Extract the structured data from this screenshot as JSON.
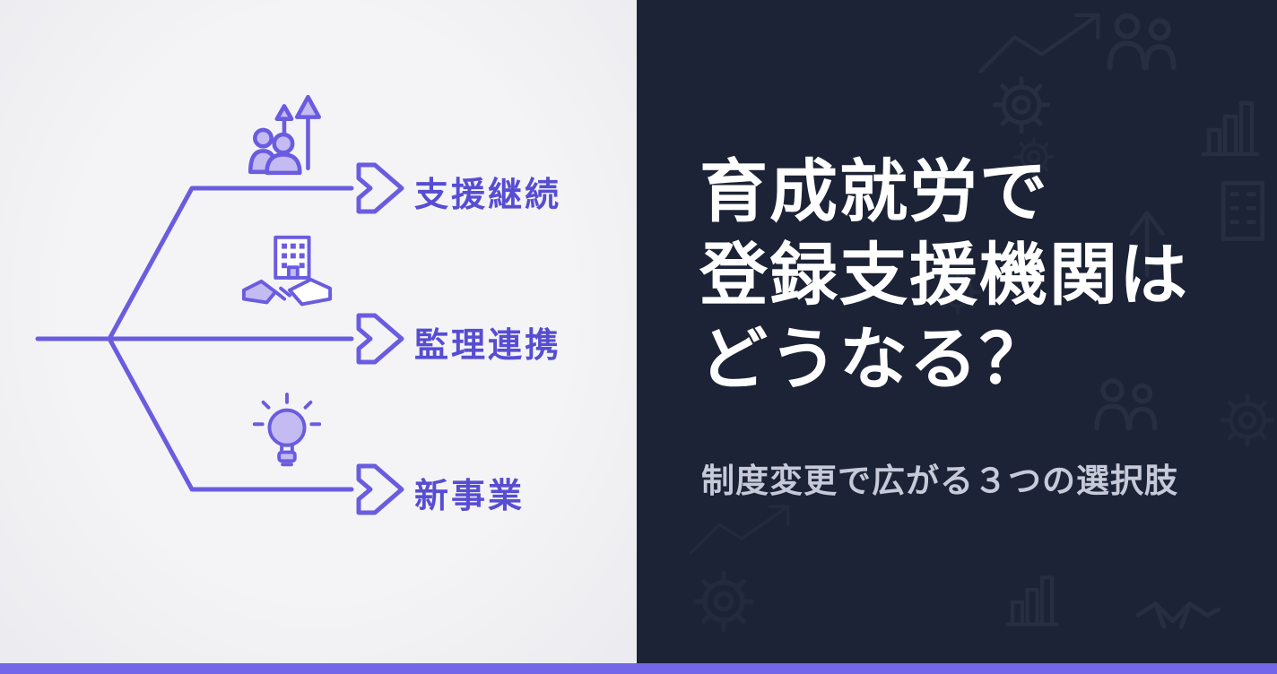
{
  "theme": {
    "left_bg": "#f1f1f4",
    "right_bg": "#1c2336",
    "accent_purple": "#6a5ce0",
    "label_purple": "#574dd2",
    "icon_fill_light": "#c3bbf2",
    "heading_color": "#ffffff",
    "subtitle_color": "#c6c9d8",
    "bottom_bar_color": "#7366e8"
  },
  "diagram": {
    "arrow_icon": "right-arrow-outline-icon",
    "branches": [
      {
        "label": "支援継続",
        "icon": "people-growth-icon"
      },
      {
        "label": "監理連携",
        "icon": "building-handshake-icon"
      },
      {
        "label": "新事業",
        "icon": "lightbulb-icon"
      }
    ]
  },
  "headline": {
    "lines": [
      "育成就労で",
      "登録支援機関は",
      "どうなる？"
    ],
    "subtitle": "制度変更で広がる３つの選択肢"
  },
  "background_pattern_icons": [
    "trend-line-icon",
    "gear-icon",
    "people-icon",
    "bar-chart-icon",
    "building-icon",
    "up-arrow-icon",
    "handshake-icon"
  ]
}
